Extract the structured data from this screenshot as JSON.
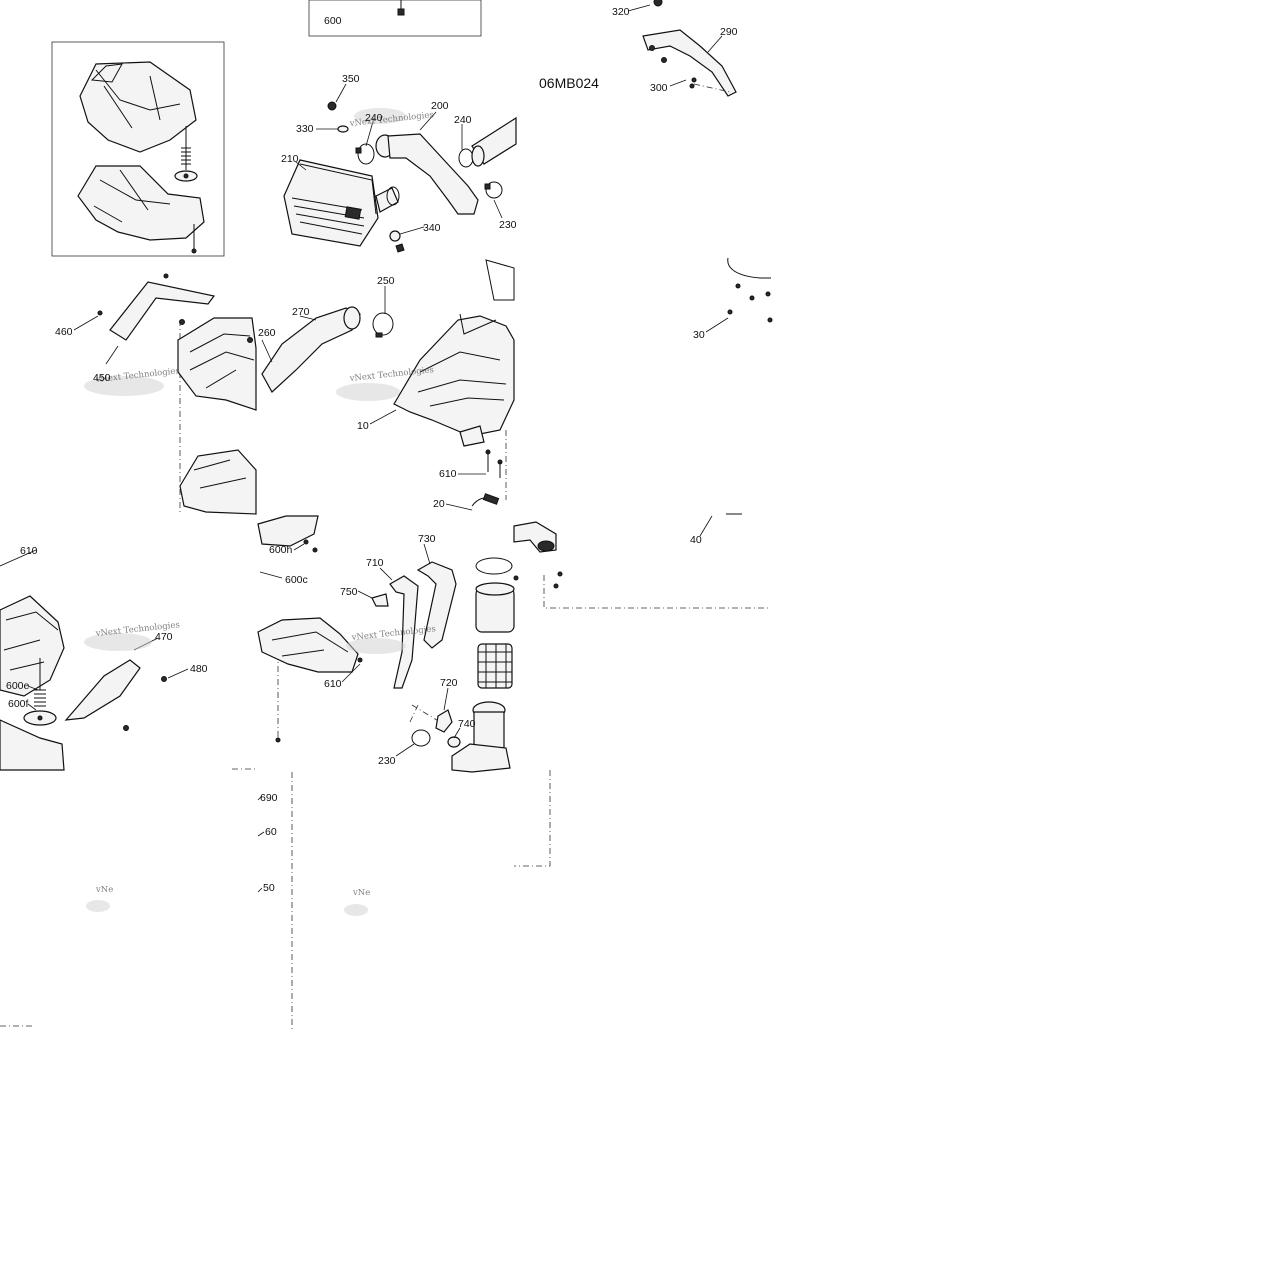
{
  "diagram": {
    "code": "06MB024",
    "watermark": "vNext Technologies",
    "watermark_partial": "vNe",
    "callouts": [
      "600",
      "320",
      "290",
      "300",
      "350",
      "240",
      "200",
      "330",
      "210",
      "240",
      "230",
      "340",
      "250",
      "460",
      "270",
      "260",
      "450",
      "10",
      "30",
      "610",
      "20",
      "40",
      "610",
      "730",
      "600h",
      "710",
      "600c",
      "750",
      "470",
      "480",
      "610",
      "600e",
      "720",
      "600f",
      "740",
      "230",
      "690",
      "60",
      "50"
    ]
  }
}
